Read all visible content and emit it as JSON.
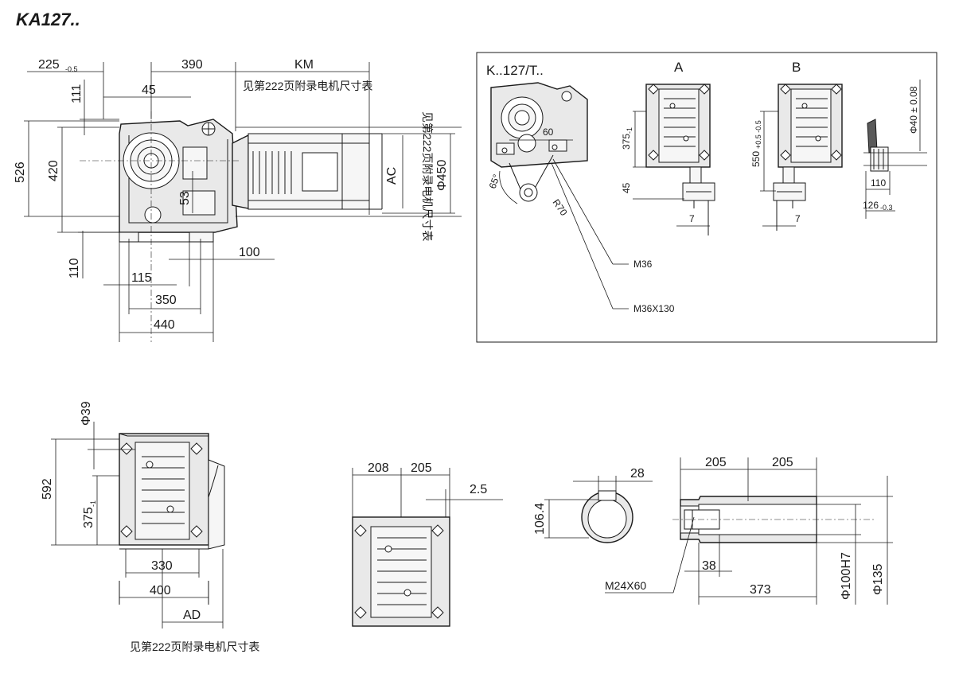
{
  "title": "KA127..",
  "ref_note": "见第222页附录电机尺寸表",
  "main_view": {
    "d_225": "225",
    "d_225_tol": "-0.5",
    "d_390": "390",
    "d_km": "KM",
    "d_111": "111",
    "d_45": "45",
    "d_526": "526",
    "d_420": "420",
    "d_53": "53",
    "d_ac": "AC",
    "d_phi450": "Φ450",
    "d_110": "110",
    "d_100": "100",
    "d_115": "115",
    "d_350": "350",
    "d_440": "440"
  },
  "torque_arm_box": {
    "title": "K..127/T..",
    "label_a": "A",
    "label_b": "B",
    "d_60": "60",
    "d_65deg": "65°",
    "d_r70": "R70",
    "d_375": "375",
    "d_375_tol": "-1",
    "d_45": "45",
    "d_7a": "7",
    "d_550": "550",
    "d_550_tol": "+0.5 -0.5",
    "d_7b": "7",
    "d_phi40": "Φ40 ± 0.08",
    "d_110": "110",
    "d_126": "126",
    "d_126_tol": "-0.3",
    "m36": "M36",
    "m36x130": "M36X130"
  },
  "side_view": {
    "d_phi39": "Φ39",
    "d_592": "592",
    "d_375": "375",
    "d_375_tol": "-1",
    "d_330": "330",
    "d_400": "400",
    "d_ad": "AD"
  },
  "back_view": {
    "d_208": "208",
    "d_205": "205",
    "d_2_5": "2.5"
  },
  "shaft_view": {
    "d_28": "28",
    "d_106_4": "106.4",
    "d_205a": "205",
    "d_205b": "205",
    "d_38": "38",
    "d_373": "373",
    "d_m24x60": "M24X60",
    "d_phi100h7": "Φ100H7",
    "d_phi135": "Φ135"
  }
}
